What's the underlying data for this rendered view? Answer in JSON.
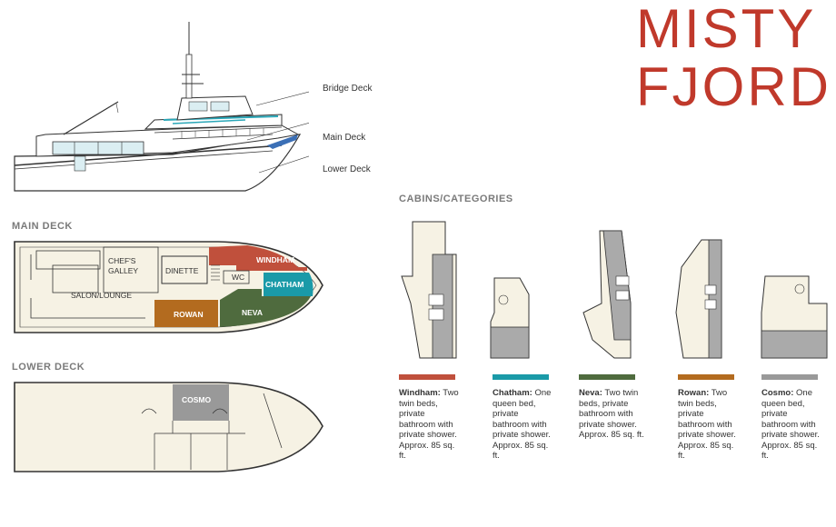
{
  "title": {
    "line1": "MISTY",
    "line2": "FJORD"
  },
  "colors": {
    "title": "#c0392b",
    "windham": "#c0503c",
    "chatham": "#1a9aa8",
    "neva": "#4f6b3e",
    "rowan": "#b36b1f",
    "cosmo": "#999999",
    "deck_fill": "#f6f2e4",
    "outline": "#333333"
  },
  "profile_callouts": {
    "bridge": "Bridge Deck",
    "main": "Main Deck",
    "lower": "Lower Deck"
  },
  "main_deck": {
    "heading": "MAIN DECK",
    "labels": {
      "galley_1": "CHEF'S",
      "galley_2": "GALLEY",
      "dinette": "DINETTE",
      "wc": "WC",
      "salon": "SALON/LOUNGE",
      "windham": "WINDHAM",
      "chatham": "CHATHAM",
      "rowan": "ROWAN",
      "neva": "NEVA"
    }
  },
  "lower_deck": {
    "heading": "LOWER DECK",
    "labels": {
      "cosmo": "COSMO"
    }
  },
  "cabins_heading": "CABINS/CATEGORIES",
  "cabins": [
    {
      "name": "Windham:",
      "desc": "Two twin beds, private bathroom with private shower. Approx. 85 sq. ft."
    },
    {
      "name": "Chatham:",
      "desc": "One queen bed, private bathroom with private shower. Approx. 85 sq. ft."
    },
    {
      "name": "Neva:",
      "desc": "Two twin beds, private bathroom with private shower. Approx. 85 sq. ft."
    },
    {
      "name": "Rowan:",
      "desc": "Two twin beds, private bathroom with private shower. Approx. 85 sq. ft."
    },
    {
      "name": "Cosmo:",
      "desc": "One queen bed, private bathroom with private shower. Approx. 85 sq. ft."
    }
  ]
}
